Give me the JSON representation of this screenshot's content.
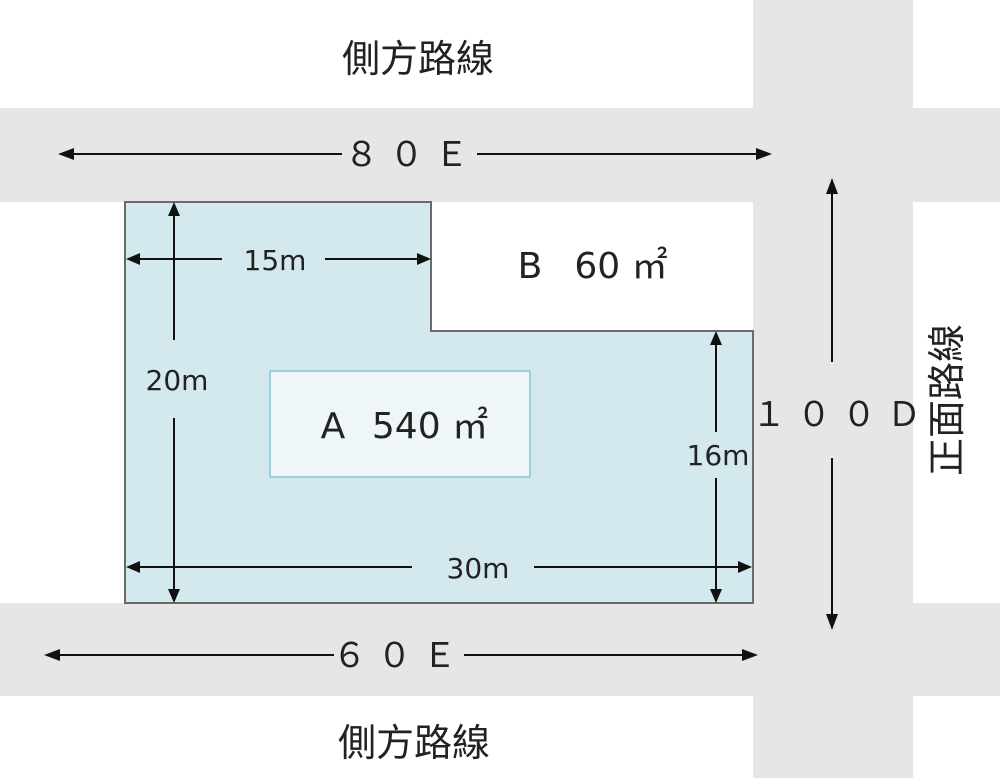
{
  "roads": {
    "top_side_label": "側方路線",
    "top_price": "８０Ｅ",
    "bottom_side_label": "側方路線",
    "bottom_price": "６０Ｅ",
    "front_label": "正面路線",
    "front_price": "１００Ｄ"
  },
  "lots": {
    "a_letter": "A",
    "a_area": "540 ㎡",
    "b_letter": "B",
    "b_area": "60 ㎡"
  },
  "dimensions": {
    "width_top": "15m",
    "height_left": "20m",
    "width_bottom": "30m",
    "height_right": "16m"
  },
  "colors": {
    "road": "#e6e6e6",
    "lot_a": "#d4e9ee",
    "lot_a_label_box": "#eff6f8",
    "label_box_border": "#9bd0dd"
  }
}
